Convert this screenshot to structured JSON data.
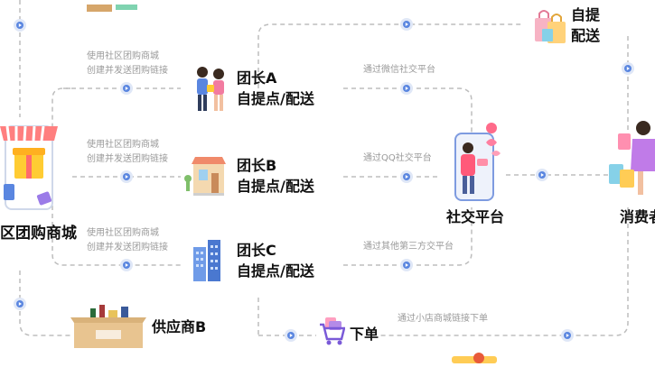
{
  "mall": {
    "label": "区团购商城"
  },
  "leaders": [
    {
      "name": "团长A",
      "sub": "自提点/配送",
      "left_note1": "使用社区团购商城",
      "left_note2": "创建并发送团购链接",
      "right_note": "通过微信社交平台"
    },
    {
      "name": "团长B",
      "sub": "自提点/配送",
      "left_note1": "使用社区团购商城",
      "left_note2": "创建并发送团购链接",
      "right_note": "通过QQ社交平台"
    },
    {
      "name": "团长C",
      "sub": "自提点/配送",
      "left_note1": "使用社区团购商城",
      "left_note2": "创建并发送团购链接",
      "right_note": "通过其他第三方交平台"
    }
  ],
  "social": {
    "label": "社交平台"
  },
  "consumer": {
    "label": "消费者"
  },
  "pickup": {
    "line1": "自提",
    "line2": "配送"
  },
  "supplier": {
    "label": "供应商B"
  },
  "order": {
    "label": "下单",
    "note": "通过小店商城链接下单"
  },
  "colors": {
    "dot": "#5a86e0",
    "dot_ring": "#dfe7f7",
    "dashed": "#bdbdbd"
  }
}
